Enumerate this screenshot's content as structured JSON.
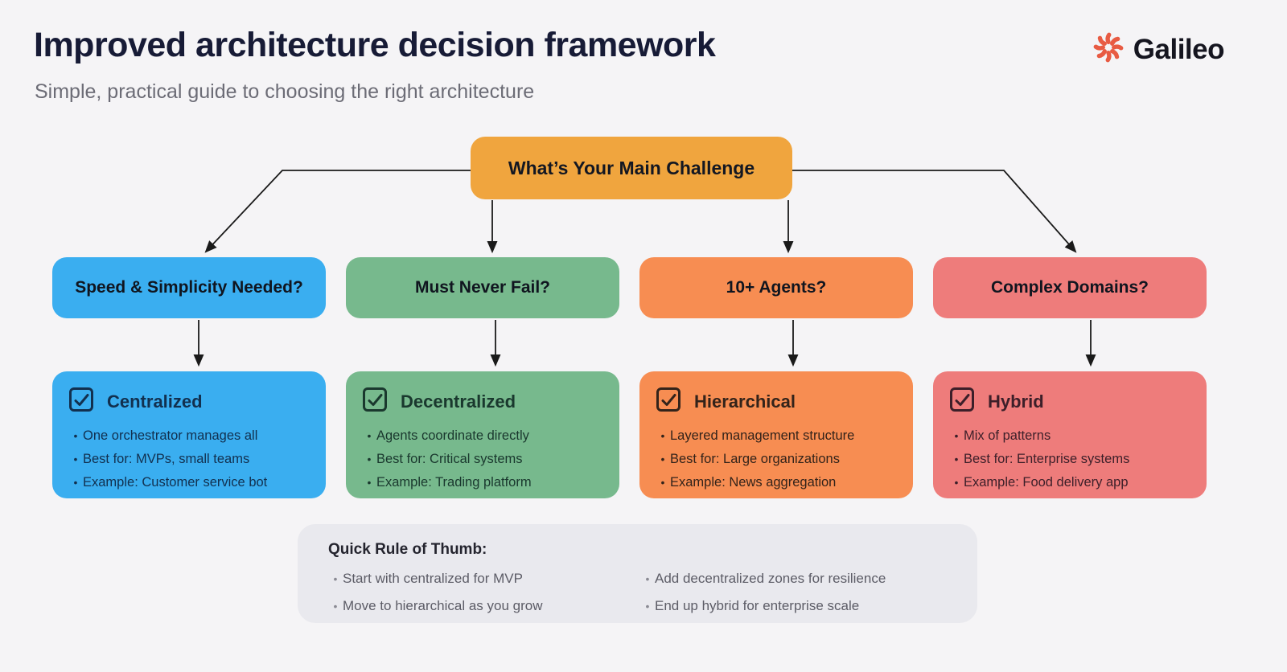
{
  "header": {
    "title": "Improved architecture decision framework",
    "subtitle": "Simple, practical guide to choosing the right architecture",
    "logo": {
      "text": "Galileo",
      "icon": "galileo-burst-icon",
      "icon_color": "#E85B43"
    }
  },
  "colors": {
    "background": "#F5F4F6",
    "root": "#F0A53E",
    "branch0": "#3AAEF0",
    "branch1": "#77B98D",
    "branch2": "#F78D52",
    "branch3": "#EE7C7B",
    "arrow": "#1A1A1A",
    "rule_box": "#E9E9EE"
  },
  "diagram": {
    "root": {
      "label": "What’s Your Main Challenge"
    },
    "branches": [
      {
        "question": "Speed & Simplicity Needed?",
        "card": {
          "title": "Centralized",
          "bullets": [
            "One orchestrator manages all",
            "Best for: MVPs, small teams",
            "Example: Customer service bot"
          ]
        }
      },
      {
        "question": "Must Never Fail?",
        "card": {
          "title": "Decentralized",
          "bullets": [
            "Agents coordinate directly",
            "Best for: Critical systems",
            "Example: Trading platform"
          ]
        }
      },
      {
        "question": "10+ Agents?",
        "card": {
          "title": "Hierarchical",
          "bullets": [
            "Layered management structure",
            "Best for: Large organizations",
            "Example: News aggregation"
          ]
        }
      },
      {
        "question": "Complex Domains?",
        "card": {
          "title": "Hybrid",
          "bullets": [
            "Mix of patterns",
            "Best for: Enterprise systems",
            "Example: Food delivery app"
          ]
        }
      }
    ]
  },
  "rule_of_thumb": {
    "heading": "Quick Rule of Thumb:",
    "columns": [
      {
        "bullets": [
          "Start with centralized for MVP",
          "Move to hierarchical as you grow"
        ]
      },
      {
        "bullets": [
          "Add decentralized zones for resilience",
          "End up hybrid for enterprise scale"
        ]
      }
    ]
  }
}
